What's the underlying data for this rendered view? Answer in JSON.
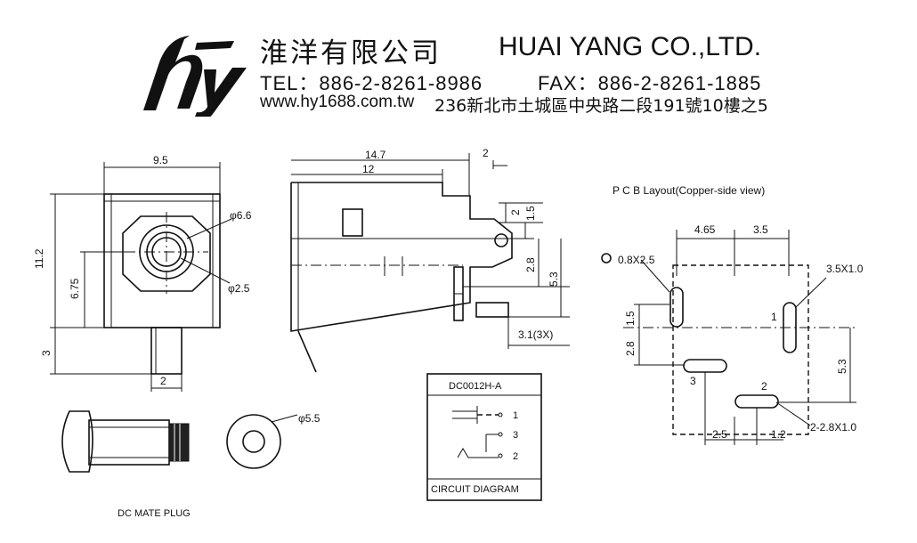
{
  "header": {
    "company_zh": "淮洋有限公司",
    "company_en": "HUAI YANG CO.,LTD.",
    "tel": "TEL：886-2-8261-8986",
    "fax": "FAX：886-2-8261-1885",
    "website": "www.hy1688.com.tw",
    "address": "236新北市土城區中央路二段191號10樓之5"
  },
  "front_view": {
    "width": "9.5",
    "height": "11.2",
    "center_height": "6.75",
    "pin_height": "3",
    "pin_width": "2",
    "outer_diameter": "φ6.6",
    "inner_diameter": "φ2.5"
  },
  "side_view": {
    "total_length": "14.7",
    "body_length": "12",
    "tab": "2",
    "dim_2": "2",
    "dim_1_5": "1.5",
    "dim_2_8": "2.8",
    "dim_5_3": "5.3",
    "pins": "3.1(3X)"
  },
  "pcb_layout": {
    "title": "P C B Layout(Copper-side view)",
    "dim_4_65": "4.65",
    "dim_3_5": "3.5",
    "hole_a": "0.8X2.5",
    "hole_b": "3.5X1.0",
    "hole_c": "2-2.8X1.0",
    "dim_1_5": "1.5",
    "dim_2_8": "2.8",
    "dim_5_3": "5.3",
    "dim_2_5": "2.5",
    "dim_1_2": "1.2",
    "pin1": "1",
    "pin2": "2",
    "pin3": "3"
  },
  "circuit": {
    "part_number": "DC0012H-A",
    "label": "CIRCUIT DIAGRAM",
    "pin1": "1",
    "pin2": "2",
    "pin3": "3"
  },
  "plug": {
    "label": "DC MATE PLUG",
    "diameter": "φ5.5"
  }
}
